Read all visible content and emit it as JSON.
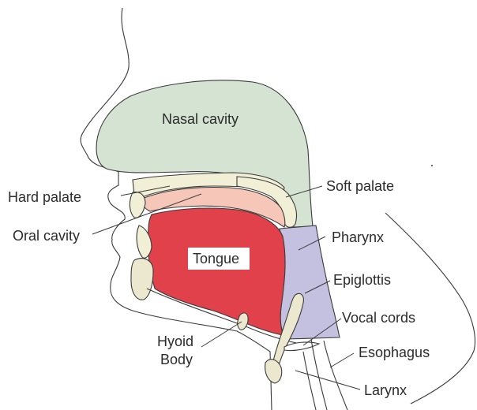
{
  "labels": {
    "nasal_cavity": "Nasal cavity",
    "hard_palate": "Hard palate",
    "soft_palate": "Soft palate",
    "oral_cavity": "Oral cavity",
    "pharynx": "Pharynx",
    "tongue": "Tongue",
    "epiglottis": "Epiglottis",
    "hyoid_line1": "Hyoid",
    "hyoid_line2": "Body",
    "vocal_cords": "Vocal cords",
    "esophagus": "Esophagus",
    "larynx": "Larynx"
  },
  "colors": {
    "nasal_cavity": "#d5e3d3",
    "hard_palate": "#f1efd6",
    "oral_cavity": "#f6c7b8",
    "tongue": "#e0414a",
    "pharynx": "#c4c0e0",
    "bone": "#ece8d0",
    "outline": "#3a3a3a"
  }
}
